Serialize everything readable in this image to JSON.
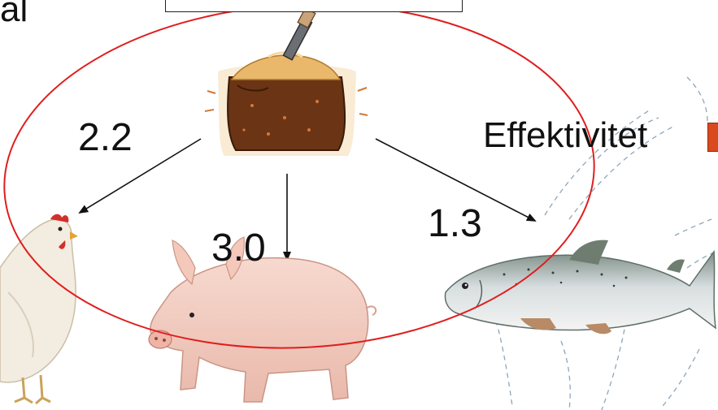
{
  "diagram": {
    "title_fragment": "al",
    "efficiency_label": "Effektivitet",
    "ratios": {
      "chicken": "2.2",
      "pig": "3.0",
      "fish": "1.3"
    }
  },
  "colors": {
    "ellipse": "#e01e1e",
    "arrow": "#111111",
    "swatch": "#d94a1e",
    "sack": "#6b3415",
    "feed": "#e9b86a"
  },
  "icons": [
    "feed-sack-icon",
    "chicken-icon",
    "pig-icon",
    "salmon-icon"
  ]
}
